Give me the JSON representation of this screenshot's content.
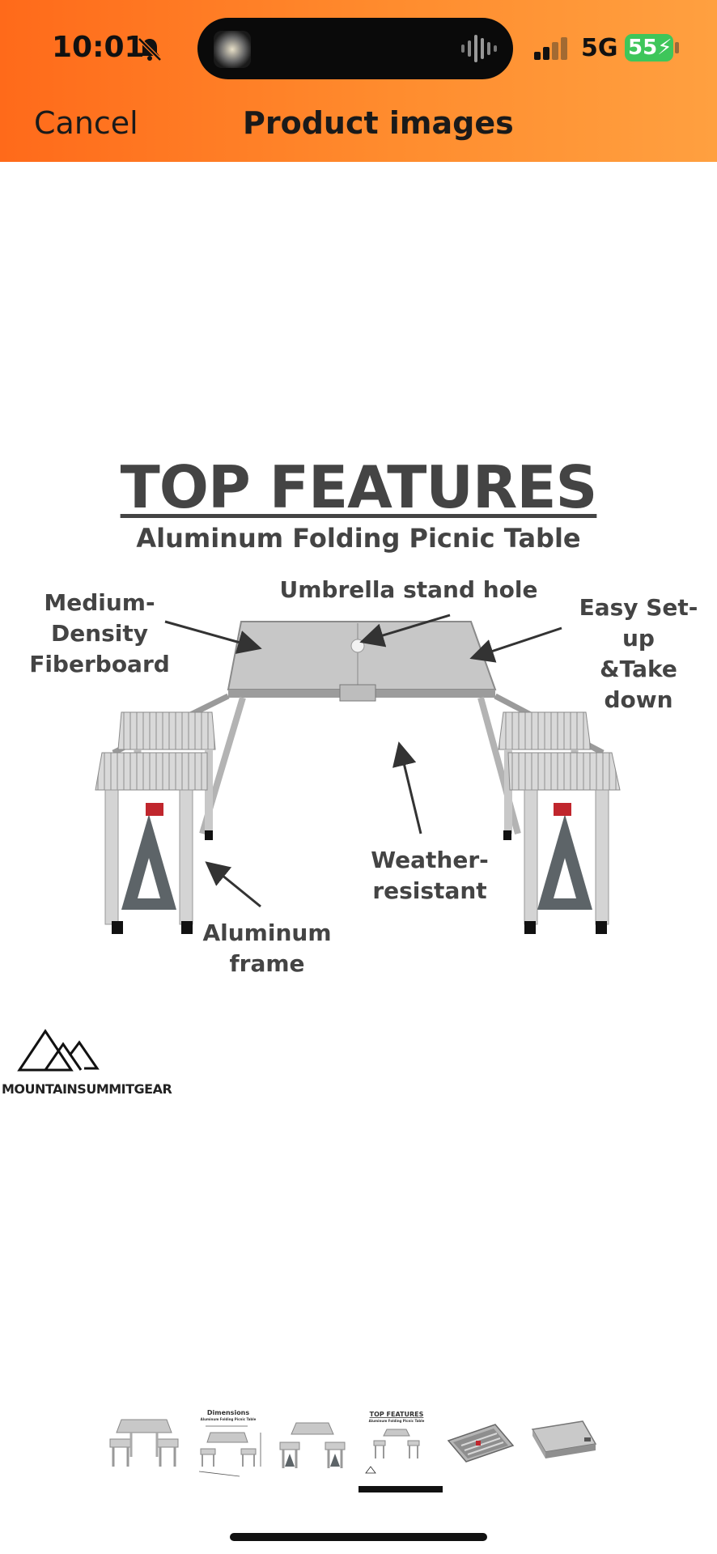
{
  "status_bar": {
    "time": "10:01",
    "network": "5G",
    "battery": "55"
  },
  "nav": {
    "cancel_label": "Cancel",
    "title": "Product images"
  },
  "image": {
    "heading": "TOP FEATURES",
    "subheading": "Aluminum Folding Picnic Table",
    "callouts": {
      "fiberboard_line1": "Medium-Density",
      "fiberboard_line2": "Fiberboard",
      "umbrella": "Umbrella stand hole",
      "setup_line1": "Easy Set-up",
      "setup_line2": "&Take down",
      "weather_line1": "Weather-",
      "weather_line2": "resistant",
      "frame_line1": "Aluminum",
      "frame_line2": "frame"
    },
    "brand": "MOUNTAINSUMMITGEAR"
  },
  "thumbnails": {
    "selected_index": 3,
    "dimensions_title": "Dimensions",
    "dimensions_sub": "Aluminum Folding Picnic Table",
    "features_title": "TOP FEATURES",
    "features_sub": "Aluminum Folding Picnic Table"
  },
  "colors": {
    "header_start": "#ff6a1a",
    "header_end": "#ffa040",
    "battery": "#3ec65a"
  }
}
